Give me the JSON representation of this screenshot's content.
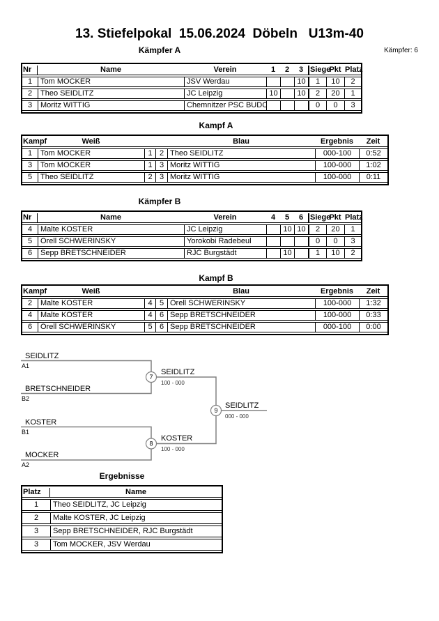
{
  "page": {
    "title": "13. Stiefelpokal  15.06.2024  Döbeln   U13m-40",
    "fighters_count": "Kämpfer: 6"
  },
  "colors": {
    "border": "#000000",
    "bracket_line": "#808080",
    "background": "#ffffff"
  },
  "kaempfer_a": {
    "title": "Kämpfer A",
    "headers": {
      "nr": "Nr",
      "name": "Name",
      "verein": "Verein",
      "c1": "1",
      "c2": "2",
      "c3": "3",
      "siege": "Siege",
      "pkt": "Pkt",
      "platz": "Platz"
    },
    "rows": [
      {
        "nr": "1",
        "name": "Tom MOCKER",
        "verein": "JSV Werdau",
        "c1": "",
        "c2": "",
        "c3": "10",
        "siege": "1",
        "pkt": "10",
        "platz": "2"
      },
      {
        "nr": "2",
        "name": "Theo SEIDLITZ",
        "verein": "JC Leipzig",
        "c1": "10",
        "c2": "",
        "c3": "10",
        "siege": "2",
        "pkt": "20",
        "platz": "1"
      },
      {
        "nr": "3",
        "name": "Moritz WITTIG",
        "verein": "Chemnitzer PSC BUDO",
        "c1": "",
        "c2": "",
        "c3": "",
        "siege": "0",
        "pkt": "0",
        "platz": "3"
      }
    ]
  },
  "kampf_a": {
    "title": "Kampf A",
    "headers": {
      "kampf": "Kampf",
      "weiss": "Weiß",
      "blau": "Blau",
      "ergebnis": "Ergebnis",
      "zeit": "Zeit"
    },
    "rows": [
      {
        "kampf": "1",
        "weiss": "Tom MOCKER",
        "wn": "1",
        "bn": "2",
        "blau": "Theo SEIDLITZ",
        "ergebnis": "000-100",
        "zeit": "0:52"
      },
      {
        "kampf": "3",
        "weiss": "Tom MOCKER",
        "wn": "1",
        "bn": "3",
        "blau": "Moritz WITTIG",
        "ergebnis": "100-000",
        "zeit": "1:02"
      },
      {
        "kampf": "5",
        "weiss": "Theo SEIDLITZ",
        "wn": "2",
        "bn": "3",
        "blau": "Moritz WITTIG",
        "ergebnis": "100-000",
        "zeit": "0:11"
      }
    ]
  },
  "kaempfer_b": {
    "title": "Kämpfer B",
    "headers": {
      "nr": "Nr",
      "name": "Name",
      "verein": "Verein",
      "c1": "4",
      "c2": "5",
      "c3": "6",
      "siege": "Siege",
      "pkt": "Pkt",
      "platz": "Platz"
    },
    "rows": [
      {
        "nr": "4",
        "name": "Malte KOSTER",
        "verein": "JC Leipzig",
        "c1": "",
        "c2": "10",
        "c3": "10",
        "siege": "2",
        "pkt": "20",
        "platz": "1"
      },
      {
        "nr": "5",
        "name": "Orell SCHWERINSKY",
        "verein": "Yorokobi Radebeul",
        "c1": "",
        "c2": "",
        "c3": "",
        "siege": "0",
        "pkt": "0",
        "platz": "3"
      },
      {
        "nr": "6",
        "name": "Sepp BRETSCHNEIDER",
        "verein": "RJC Burgstädt",
        "c1": "",
        "c2": "10",
        "c3": "",
        "siege": "1",
        "pkt": "10",
        "platz": "2"
      }
    ]
  },
  "kampf_b": {
    "title": "Kampf B",
    "headers": {
      "kampf": "Kampf",
      "weiss": "Weiß",
      "blau": "Blau",
      "ergebnis": "Ergebnis",
      "zeit": "Zeit"
    },
    "rows": [
      {
        "kampf": "2",
        "weiss": "Malte KOSTER",
        "wn": "4",
        "bn": "5",
        "blau": "Orell SCHWERINSKY",
        "ergebnis": "100-000",
        "zeit": "1:32"
      },
      {
        "kampf": "4",
        "weiss": "Malte KOSTER",
        "wn": "4",
        "bn": "6",
        "blau": "Sepp BRETSCHNEIDER",
        "ergebnis": "100-000",
        "zeit": "0:33"
      },
      {
        "kampf": "6",
        "weiss": "Orell SCHWERINSKY",
        "wn": "5",
        "bn": "6",
        "blau": "Sepp BRETSCHNEIDER",
        "ergebnis": "000-100",
        "zeit": "0:00"
      }
    ]
  },
  "bracket": {
    "semi1": {
      "top_name": "SEIDLITZ",
      "top_seed": "A1",
      "bottom_name": "BRETSCHNEIDER",
      "bottom_seed": "B2",
      "match_no": "7",
      "winner": "SEIDLITZ",
      "score": "100 - 000"
    },
    "semi2": {
      "top_name": "KOSTER",
      "top_seed": "B1",
      "bottom_name": "MOCKER",
      "bottom_seed": "A2",
      "match_no": "8",
      "winner": "KOSTER",
      "score": "100 - 000"
    },
    "final": {
      "match_no": "9",
      "winner": "SEIDLITZ",
      "score": "000 - 000"
    }
  },
  "ergebnisse": {
    "title": "Ergebnisse",
    "headers": {
      "platz": "Platz",
      "name": "Name"
    },
    "rows": [
      {
        "platz": "1",
        "name": "Theo SEIDLITZ, JC Leipzig"
      },
      {
        "platz": "2",
        "name": "Malte KOSTER, JC Leipzig"
      },
      {
        "platz": "3",
        "name": "Sepp BRETSCHNEIDER, RJC Burgstädt"
      },
      {
        "platz": "3",
        "name": "Tom MOCKER, JSV Werdau"
      }
    ]
  }
}
